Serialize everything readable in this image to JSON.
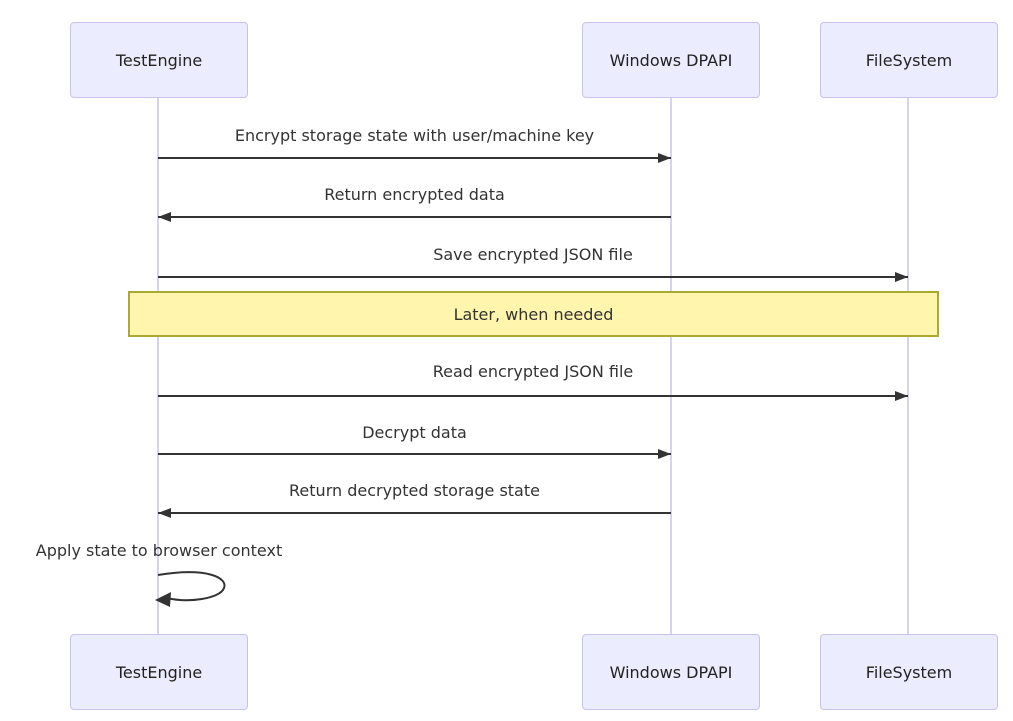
{
  "diagram": {
    "type": "sequence",
    "actors": [
      {
        "name": "TestEngine"
      },
      {
        "name": "Windows DPAPI"
      },
      {
        "name": "FileSystem"
      }
    ],
    "messages": [
      {
        "label": "Encrypt storage state with user/machine key",
        "from": "TestEngine",
        "to": "Windows DPAPI",
        "arrow": "solid-right"
      },
      {
        "label": "Return encrypted data",
        "from": "Windows DPAPI",
        "to": "TestEngine",
        "arrow": "solid-left"
      },
      {
        "label": "Save encrypted JSON file",
        "from": "TestEngine",
        "to": "FileSystem",
        "arrow": "solid-right"
      },
      {
        "label": "Read encrypted JSON file",
        "from": "TestEngine",
        "to": "FileSystem",
        "arrow": "solid-right"
      },
      {
        "label": "Decrypt data",
        "from": "TestEngine",
        "to": "Windows DPAPI",
        "arrow": "solid-right"
      },
      {
        "label": "Return decrypted storage state",
        "from": "Windows DPAPI",
        "to": "TestEngine",
        "arrow": "solid-left"
      },
      {
        "label": "Apply state to browser context",
        "from": "TestEngine",
        "to": "TestEngine",
        "arrow": "self-loop"
      }
    ],
    "note": {
      "label": "Later, when needed",
      "span": "TestEngine to FileSystem"
    },
    "colors": {
      "actor_fill": "#ECECFF",
      "actor_border": "#C8C2E8",
      "lifeline": "#D8D2F0",
      "arrow": "#333333",
      "text": "#333333",
      "note_fill": "#FFF5AD",
      "note_border": "#AAAA33",
      "background": "#FFFFFF"
    }
  }
}
